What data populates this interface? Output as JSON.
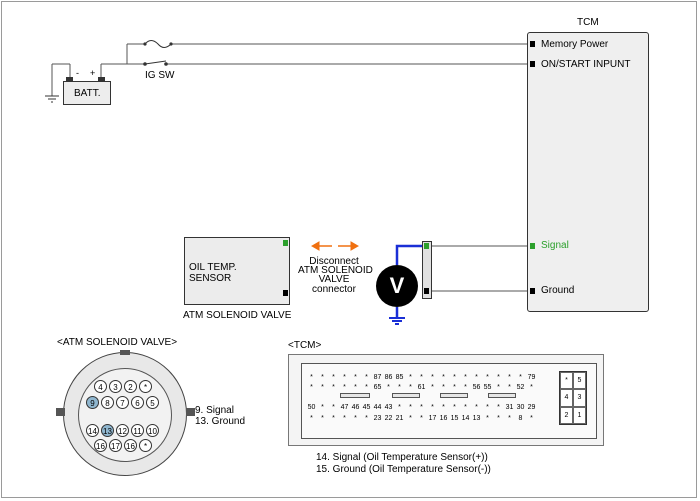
{
  "tcm": {
    "title": "TCM",
    "pins": {
      "memory_power": "Memory Power",
      "on_start_input": "ON/START  INPUNT",
      "signal": "Signal",
      "ground": "Ground"
    }
  },
  "battery": {
    "label": "BATT."
  },
  "ig_switch": {
    "label": "IG SW"
  },
  "sensor": {
    "line1": "OIL TEMP.",
    "line2": "SENSOR",
    "caption": "ATM SOLENOID VALVE"
  },
  "instruction": {
    "line1": "Disconnect",
    "line2": "ATM SOLENOID",
    "line3": "VALVE",
    "line4": "connector"
  },
  "voltmeter": {
    "symbol": "V"
  },
  "atm_connector": {
    "title": "<ATM SOLENOID VALVE>",
    "row1": [
      "4",
      "3",
      "2",
      "*"
    ],
    "row2": [
      "9",
      "8",
      "7",
      "6",
      "5"
    ],
    "row3": [
      "14",
      "13",
      "12",
      "11",
      "10"
    ],
    "row4": [
      "16",
      "17",
      "16",
      "*"
    ],
    "legend": [
      "9. Signal",
      "13. Ground"
    ]
  },
  "tcm_connector": {
    "title": "<TCM>",
    "row1": [
      "*",
      "*",
      "*",
      "*",
      "*",
      "*",
      "87",
      "86",
      "85",
      "*",
      "*",
      "*",
      "*",
      "*",
      "*",
      "*",
      "*",
      "*",
      "*",
      "*",
      "79"
    ],
    "row2": [
      "*",
      "*",
      "*",
      "*",
      "*",
      "*",
      "65",
      "*",
      "*",
      "*",
      "61",
      "*",
      "*",
      "*",
      "*",
      "56",
      "55",
      "*",
      "*",
      "52",
      "*"
    ],
    "row3": [
      "50",
      "*",
      "*",
      "47",
      "46",
      "45",
      "44",
      "43",
      "*",
      "*",
      "*",
      "*",
      "*",
      "*",
      "*",
      "*",
      "*",
      "*",
      "31",
      "30",
      "29"
    ],
    "row4": [
      "*",
      "*",
      "*",
      "*",
      "*",
      "*",
      "23",
      "22",
      "21",
      "*",
      "*",
      "17",
      "16",
      "15",
      "14",
      "13",
      "*",
      "*",
      "*",
      "8",
      "*"
    ],
    "side": [
      "*",
      "5",
      "4",
      "3",
      "2",
      "1"
    ],
    "legend": [
      "14. Signal (Oil Temperature Sensor(+))",
      "15. Ground (Oil Temperature Sensor(-))"
    ]
  },
  "colors": {
    "wire": "#555555",
    "probe_wire": "#1a2fd6",
    "signal_green": "#2ca02c",
    "arrow_orange": "#f07010"
  }
}
